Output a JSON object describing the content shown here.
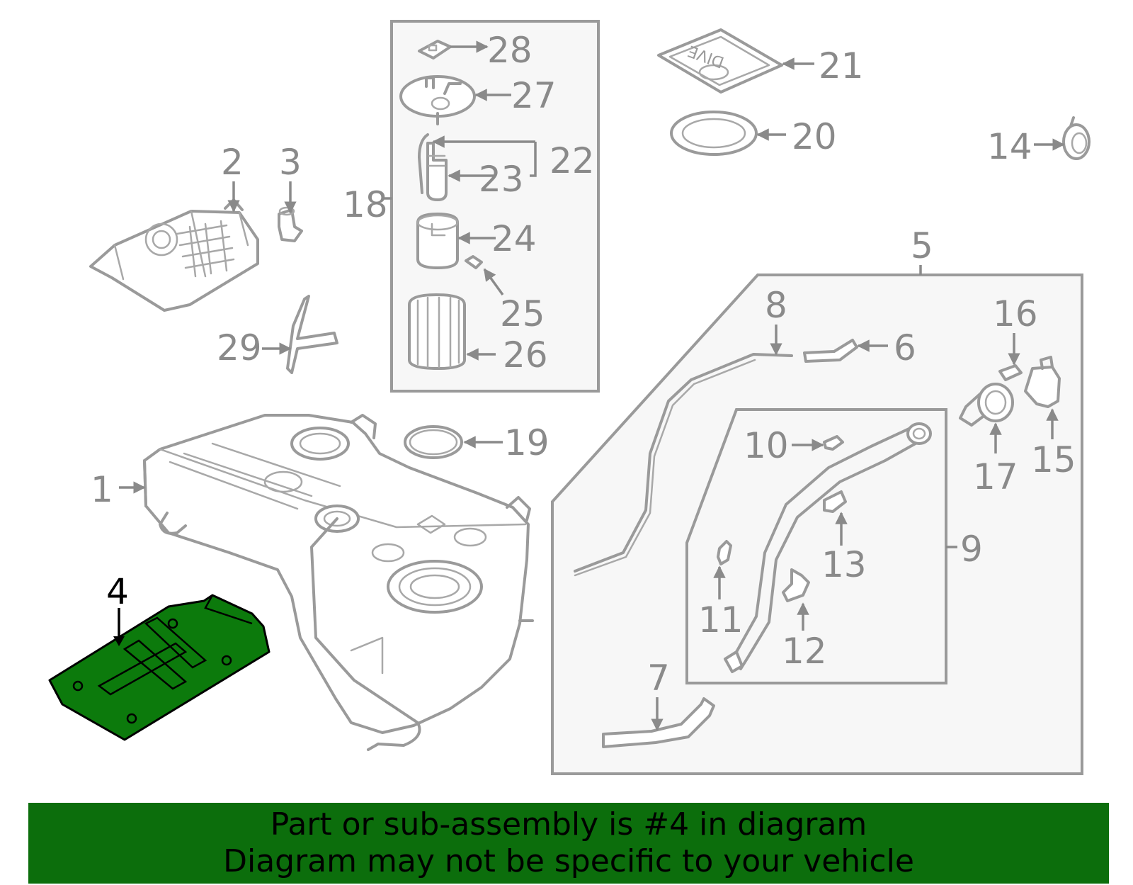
{
  "callouts": {
    "c1": "1",
    "c2": "2",
    "c3": "3",
    "c4": "4",
    "c5": "5",
    "c6": "6",
    "c7": "7",
    "c8": "8",
    "c9": "9",
    "c10": "10",
    "c11": "11",
    "c12": "12",
    "c13": "13",
    "c14": "14",
    "c15": "15",
    "c16": "16",
    "c17": "17",
    "c18": "18",
    "c19": "19",
    "c20": "20",
    "c21": "21",
    "c22": "22",
    "c23": "23",
    "c24": "24",
    "c25": "25",
    "c26": "26",
    "c27": "27",
    "c28": "28",
    "c29": "29"
  },
  "gasket_text": "DIVE",
  "highlighted_part": "4",
  "colors": {
    "highlight": "#0c7a0c",
    "banner": "#0c6e0c",
    "line": "#9a9a9a",
    "box": "#f7f7f7"
  },
  "banner": {
    "line1": "Part or sub-assembly is #4 in diagram",
    "line2": "Diagram may not be specific to your vehicle"
  }
}
